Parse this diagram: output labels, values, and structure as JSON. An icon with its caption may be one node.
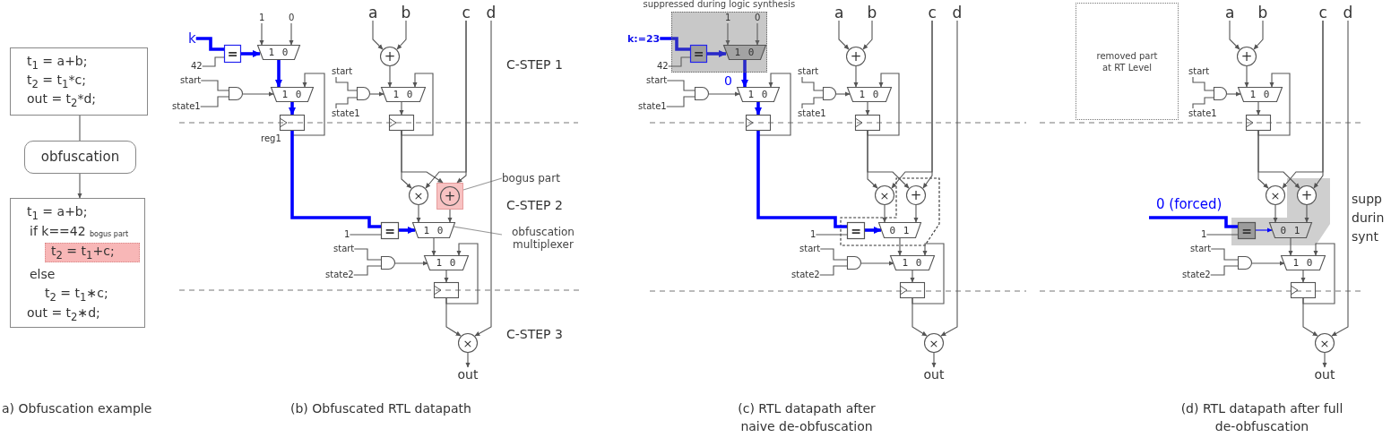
{
  "diagram": {
    "nodes": [
      {
        "text": [
          "t$_{1}$ = a+b;",
          "t$_{2}$ = t$_{1}$*c;",
          "out = t$_{2}$*d;"
        ]
      },
      {
        "text": [
          "obfuscation"
        ]
      },
      {
        "text": [
          "t$_{1}$ = a+b;",
          "if k==42",
          "else",
          "t$_{2}$ = t$_{1}$∗c;",
          "out = t$_{2}$∗d;"
        ]
      },
      {
        "text": [
          "t$_{2}$ = t$_{1}$+c;"
        ],
        "in": 2,
        "beside": [
          "bogus part"
        ]
      },
      {
        "text": [
          "1"
        ]
      },
      {
        "text": [
          "0"
        ]
      },
      {
        "text": [
          "k"
        ]
      },
      {
        "text": [
          "="
        ]
      },
      {
        "text": [
          "1 0"
        ]
      },
      {
        "text": [
          "42"
        ]
      },
      {
        "text": [
          "start"
        ]
      },
      {
        "text": [
          "state1"
        ]
      },
      {
        "text": [],
        "shape": "gate"
      },
      {
        "text": [
          "1 0"
        ]
      },
      {
        "text": [],
        "shape": "box",
        "beside": [
          "reg1"
        ]
      },
      {
        "text": [
          "a"
        ]
      },
      {
        "text": [
          "b"
        ]
      },
      {
        "text": [
          "c"
        ]
      },
      {
        "text": [
          "d"
        ]
      },
      {
        "text": [
          "+"
        ]
      },
      {
        "text": [
          "start"
        ]
      },
      {
        "text": [
          "state1"
        ]
      },
      {
        "text": [],
        "shape": "gate"
      },
      {
        "text": [
          "1 0"
        ]
      },
      {
        "text": [],
        "shape": "box"
      },
      {
        "text": [
          "×"
        ]
      },
      {
        "text": [
          "+"
        ]
      },
      {
        "text": [
          "bogus part"
        ]
      },
      {
        "text": [
          "="
        ]
      },
      {
        "text": [
          "1"
        ]
      },
      {
        "text": [
          "1 0"
        ]
      },
      {
        "text": [
          "obfuscation multiplexer"
        ]
      },
      {
        "text": [
          "start"
        ]
      },
      {
        "text": [
          "state2"
        ]
      },
      {
        "text": [],
        "shape": "gate"
      },
      {
        "text": [
          "1 0"
        ]
      },
      {
        "text": [],
        "shape": "box"
      },
      {
        "text": [
          "×"
        ]
      },
      {
        "text": [
          "out"
        ]
      },
      {
        "text": [
          "suppressed during logic synthesis"
        ]
      },
      {
        "text": [
          "1"
        ],
        "in": 39
      },
      {
        "text": [
          "0"
        ],
        "in": 39
      },
      {
        "text": [
          "k:=23"
        ]
      },
      {
        "text": [
          "="
        ],
        "in": 39
      },
      {
        "text": [
          "1 0"
        ],
        "in": 39
      },
      {
        "text": [
          "42"
        ]
      },
      {
        "text": [
          "start"
        ]
      },
      {
        "text": [
          "state1"
        ]
      },
      {
        "text": [],
        "shape": "gate"
      },
      {
        "text": [
          "1 0"
        ]
      },
      {
        "text": [],
        "shape": "box"
      },
      {
        "text": [
          "a"
        ]
      },
      {
        "text": [
          "b"
        ]
      },
      {
        "text": [
          "c"
        ]
      },
      {
        "text": [
          "d"
        ]
      },
      {
        "text": [
          "+"
        ]
      },
      {
        "text": [
          "start"
        ]
      },
      {
        "text": [
          "state1"
        ]
      },
      {
        "text": [],
        "shape": "gate"
      },
      {
        "text": [
          "1 0"
        ]
      },
      {
        "text": [],
        "shape": "box"
      },
      {
        "text": [
          "×"
        ]
      },
      {
        "text": [
          "+"
        ]
      },
      {
        "text": [
          "="
        ]
      },
      {
        "text": [
          "1"
        ]
      },
      {
        "text": [
          "0 1"
        ]
      },
      {
        "text": [
          "start"
        ]
      },
      {
        "text": [
          "state2"
        ]
      },
      {
        "text": [],
        "shape": "gate"
      },
      {
        "text": [
          "1 0"
        ]
      },
      {
        "text": [],
        "shape": "box"
      },
      {
        "text": [
          "×"
        ]
      },
      {
        "text": [
          "out"
        ]
      },
      {
        "text": [
          "removed part at RT Level"
        ]
      },
      {
        "text": [
          "a"
        ]
      },
      {
        "text": [
          "b"
        ]
      },
      {
        "text": [
          "c"
        ]
      },
      {
        "text": [
          "d"
        ]
      },
      {
        "text": [
          "+"
        ]
      },
      {
        "text": [
          "start"
        ]
      },
      {
        "text": [
          "state1"
        ]
      },
      {
        "text": [],
        "shape": "gate"
      },
      {
        "text": [
          "1 0"
        ]
      },
      {
        "text": [],
        "shape": "box"
      },
      {
        "text": [
          "×"
        ]
      },
      {
        "text": [
          "+"
        ]
      },
      {
        "text": [
          "="
        ]
      },
      {
        "text": [
          "1"
        ]
      },
      {
        "text": [
          "0 1"
        ]
      },
      {
        "text": [
          "start"
        ]
      },
      {
        "text": [
          "state2"
        ]
      },
      {
        "text": [],
        "shape": "gate"
      },
      {
        "text": [
          "1 0"
        ]
      },
      {
        "text": [],
        "shape": "box"
      },
      {
        "text": [
          "×"
        ]
      },
      {
        "text": [
          "out"
        ]
      }
    ],
    "edges": [
      {
        "from": 0,
        "to": 1,
        "arrow": "none"
      },
      {
        "from": 1,
        "to": 2,
        "arrow": "to"
      },
      {
        "from": 6,
        "to": 7,
        "arrow": "none",
        "style": "thick",
        "color": "#0000ff"
      },
      {
        "from": 9,
        "to": 7,
        "arrow": "none"
      },
      {
        "from": 4,
        "to": 8,
        "arrow": "to"
      },
      {
        "from": 5,
        "to": 8,
        "arrow": "to"
      },
      {
        "from": 7,
        "to": 8,
        "arrow": "to",
        "style": "thick",
        "color": "#0000ff"
      },
      {
        "from": 8,
        "to": 13,
        "arrow": "to",
        "style": "thick",
        "color": "#0000ff"
      },
      {
        "from": 10,
        "to": 12,
        "arrow": "none"
      },
      {
        "from": 11,
        "to": 12,
        "arrow": "none"
      },
      {
        "from": 12,
        "to": 13,
        "arrow": "to"
      },
      {
        "from": 13,
        "to": 14,
        "arrow": "to",
        "style": "thick",
        "color": "#0000ff"
      },
      {
        "from": 14,
        "to": 13,
        "arrow": "to"
      },
      {
        "from": 15,
        "to": 19,
        "arrow": "to"
      },
      {
        "from": 16,
        "to": 19,
        "arrow": "to"
      },
      {
        "from": 19,
        "to": 23,
        "arrow": "to"
      },
      {
        "from": 20,
        "to": 22,
        "arrow": "none"
      },
      {
        "from": 21,
        "to": 22,
        "arrow": "none"
      },
      {
        "from": 22,
        "to": 23,
        "arrow": "to"
      },
      {
        "from": 23,
        "to": 24,
        "arrow": "to"
      },
      {
        "from": 24,
        "to": 23,
        "arrow": "to"
      },
      {
        "from": 24,
        "to": 25,
        "arrow": "to"
      },
      {
        "from": 24,
        "to": 26,
        "arrow": "to"
      },
      {
        "from": 17,
        "to": 26,
        "arrow": "to"
      },
      {
        "from": 17,
        "to": 25,
        "arrow": "to"
      },
      {
        "from": 14,
        "to": 28,
        "arrow": "none",
        "style": "thick",
        "color": "#0000ff"
      },
      {
        "from": 29,
        "to": 28,
        "arrow": "none"
      },
      {
        "from": 28,
        "to": 30,
        "arrow": "to",
        "style": "thick",
        "color": "#0000ff"
      },
      {
        "from": 25,
        "to": 30,
        "arrow": "to"
      },
      {
        "from": 26,
        "to": 30,
        "arrow": "to"
      },
      {
        "from": 27,
        "to": 26,
        "arrow": "none",
        "color": "#999999"
      },
      {
        "from": 31,
        "to": 30,
        "arrow": "none",
        "color": "#999999"
      },
      {
        "from": 32,
        "to": 34,
        "arrow": "none"
      },
      {
        "from": 33,
        "to": 34,
        "arrow": "none"
      },
      {
        "from": 34,
        "to": 35,
        "arrow": "to"
      },
      {
        "from": 30,
        "to": 35,
        "arrow": "to"
      },
      {
        "from": 35,
        "to": 36,
        "arrow": "to"
      },
      {
        "from": 36,
        "to": 35,
        "arrow": "to"
      },
      {
        "from": 36,
        "to": 37,
        "arrow": "to"
      },
      {
        "from": 18,
        "to": 37,
        "arrow": "to"
      },
      {
        "from": 37,
        "to": 38,
        "arrow": "to"
      },
      {
        "from": 42,
        "to": 43,
        "arrow": "none",
        "style": "thick",
        "color": "#0000ff"
      },
      {
        "from": 45,
        "to": 43,
        "arrow": "none"
      },
      {
        "from": 40,
        "to": 44,
        "arrow": "to"
      },
      {
        "from": 41,
        "to": 44,
        "arrow": "to"
      },
      {
        "from": 43,
        "to": 44,
        "arrow": "to",
        "style": "thick",
        "color": "#0000ff"
      },
      {
        "from": 44,
        "to": 49,
        "arrow": "to",
        "label": "0",
        "style": "thick",
        "color": "#0000ff"
      },
      {
        "from": 46,
        "to": 48,
        "arrow": "none"
      },
      {
        "from": 47,
        "to": 48,
        "arrow": "none"
      },
      {
        "from": 48,
        "to": 49,
        "arrow": "to"
      },
      {
        "from": 49,
        "to": 50,
        "arrow": "to",
        "style": "thick",
        "color": "#0000ff"
      },
      {
        "from": 50,
        "to": 49,
        "arrow": "to"
      },
      {
        "from": 51,
        "to": 55,
        "arrow": "to"
      },
      {
        "from": 52,
        "to": 55,
        "arrow": "to"
      },
      {
        "from": 55,
        "to": 59,
        "arrow": "to"
      },
      {
        "from": 56,
        "to": 58,
        "arrow": "none"
      },
      {
        "from": 57,
        "to": 58,
        "arrow": "none"
      },
      {
        "from": 58,
        "to": 59,
        "arrow": "to"
      },
      {
        "from": 59,
        "to": 60,
        "arrow": "to"
      },
      {
        "from": 60,
        "to": 59,
        "arrow": "to"
      },
      {
        "from": 60,
        "to": 61,
        "arrow": "to"
      },
      {
        "from": 60,
        "to": 62,
        "arrow": "to"
      },
      {
        "from": 53,
        "to": 62,
        "arrow": "to"
      },
      {
        "from": 53,
        "to": 61,
        "arrow": "to"
      },
      {
        "from": 50,
        "to": 63,
        "arrow": "none",
        "style": "thick",
        "color": "#0000ff"
      },
      {
        "from": 64,
        "to": 63,
        "arrow": "none"
      },
      {
        "from": 63,
        "to": 65,
        "arrow": "to",
        "style": "thick",
        "color": "#0000ff"
      },
      {
        "from": 61,
        "to": 65,
        "arrow": "to"
      },
      {
        "from": 62,
        "to": 65,
        "arrow": "to"
      },
      {
        "from": 66,
        "to": 68,
        "arrow": "none"
      },
      {
        "from": 67,
        "to": 68,
        "arrow": "none"
      },
      {
        "from": 68,
        "to": 69,
        "arrow": "to"
      },
      {
        "from": 65,
        "to": 69,
        "arrow": "to"
      },
      {
        "from": 69,
        "to": 70,
        "arrow": "to"
      },
      {
        "from": 70,
        "to": 69,
        "arrow": "to"
      },
      {
        "from": 70,
        "to": 71,
        "arrow": "to"
      },
      {
        "from": 54,
        "to": 71,
        "arrow": "to"
      },
      {
        "from": 71,
        "to": 72,
        "arrow": "to"
      },
      {
        "from": null,
        "to": 86,
        "arrow": "none",
        "label": "0 (forced)",
        "style": "thick",
        "color": "#0000ff"
      },
      {
        "from": 87,
        "to": 86,
        "arrow": "none"
      },
      {
        "from": 86,
        "to": 88,
        "arrow": "to",
        "color": "#0000ff"
      },
      {
        "from": 74,
        "to": 78,
        "arrow": "to"
      },
      {
        "from": 75,
        "to": 78,
        "arrow": "to"
      },
      {
        "from": 78,
        "to": 82,
        "arrow": "to"
      },
      {
        "from": 79,
        "to": 81,
        "arrow": "none"
      },
      {
        "from": 80,
        "to": 81,
        "arrow": "none"
      },
      {
        "from": 81,
        "to": 82,
        "arrow": "to"
      },
      {
        "from": 82,
        "to": 83,
        "arrow": "to"
      },
      {
        "from": 83,
        "to": 82,
        "arrow": "to"
      },
      {
        "from": 83,
        "to": 84,
        "arrow": "to"
      },
      {
        "from": 83,
        "to": 85,
        "arrow": "to"
      },
      {
        "from": 76,
        "to": 85,
        "arrow": "to"
      },
      {
        "from": 76,
        "to": 84,
        "arrow": "to"
      },
      {
        "from": 84,
        "to": 88,
        "arrow": "to"
      },
      {
        "from": 85,
        "to": 88,
        "arrow": "to"
      },
      {
        "from": 89,
        "to": 91,
        "arrow": "none"
      },
      {
        "from": 90,
        "to": 91,
        "arrow": "none"
      },
      {
        "from": 91,
        "to": 92,
        "arrow": "to"
      },
      {
        "from": 88,
        "to": 92,
        "arrow": "to"
      },
      {
        "from": 92,
        "to": 93,
        "arrow": "to"
      },
      {
        "from": 93,
        "to": 92,
        "arrow": "to"
      },
      {
        "from": 93,
        "to": 94,
        "arrow": "to"
      },
      {
        "from": 77,
        "to": 94,
        "arrow": "to"
      },
      {
        "from": 94,
        "to": 95,
        "arrow": "to"
      }
    ],
    "labels": [
      "C-STEP 1",
      "C-STEP 2",
      "C-STEP 3",
      "supp durin synt",
      "a) Obfuscation example",
      "(b) Obfuscated RTL datapath",
      "(c) RTL datapath after naive de-obfuscation",
      "(d) RTL datapath after full de-obfuscation"
    ]
  }
}
